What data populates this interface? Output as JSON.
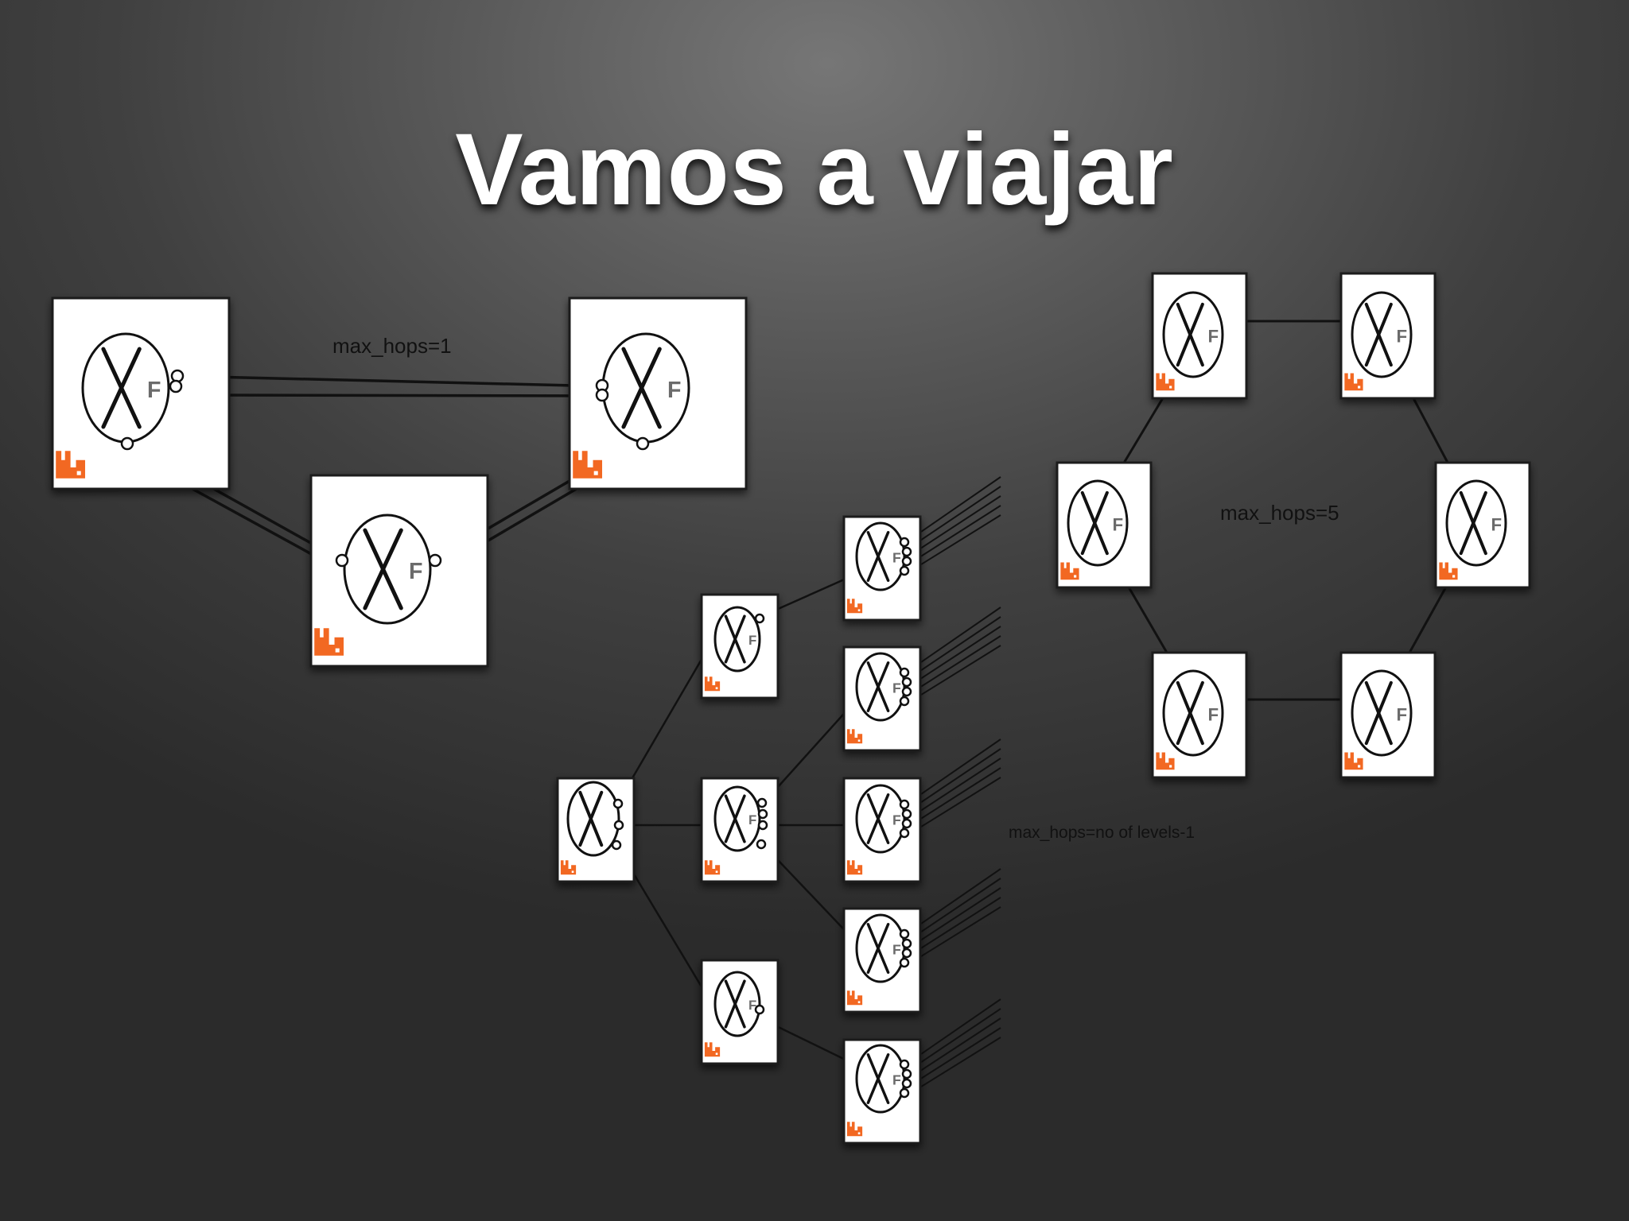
{
  "slide": {
    "title": "Vamos a viajar"
  },
  "labels": {
    "pair_hops": "max_hops=1",
    "ring_hops": "max_hops=5",
    "tree_hops": "max_hops=no of levels-1"
  },
  "node": {
    "federation_letter": "F",
    "logo_color": "#f26822",
    "box_color": "#ffffff",
    "line_color": "#111111"
  }
}
